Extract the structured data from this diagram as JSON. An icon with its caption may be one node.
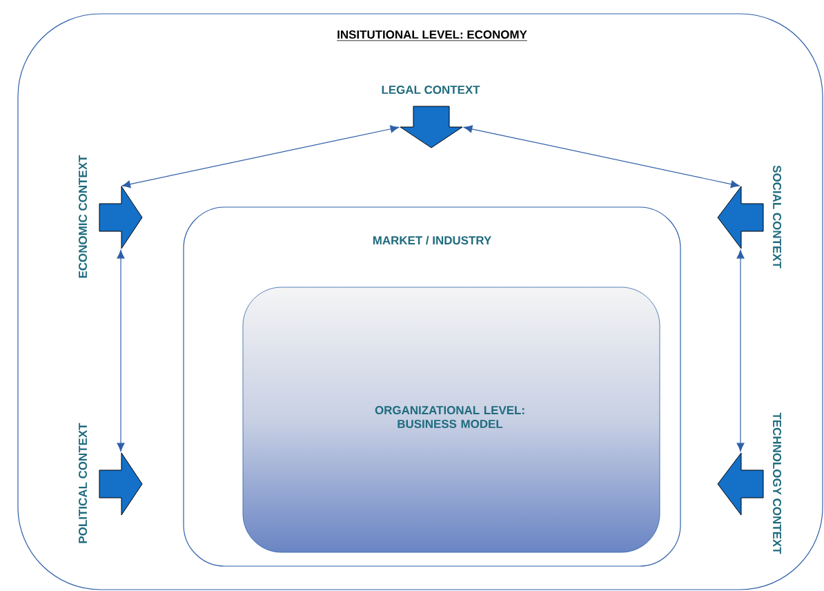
{
  "diagram": {
    "nodes": [
      {
        "text": [
          "INSITUTIONAL LEVEL: ECONOMY"
        ]
      },
      {
        "text": [
          "LEGAL CONTEXT"
        ],
        "in": 0
      },
      {
        "text": [
          "ECONOMIC CONTEXT"
        ],
        "in": 0
      },
      {
        "text": [
          "SOCIAL CONTEXT"
        ],
        "in": 0
      },
      {
        "text": [
          "MARKET / INDUSTRY"
        ],
        "in": 0
      },
      {
        "text": [
          "ORGANIZATIONAL LEVEL: BUSINESS MODEL"
        ],
        "in": 4
      },
      {
        "text": [
          "POLITICAL CONTEXT"
        ],
        "in": 0
      },
      {
        "text": [
          "TECHNOLOGY CONTEXT"
        ],
        "in": 0
      }
    ],
    "edges": [
      {
        "from": 1,
        "to": 2,
        "arrow": "both"
      },
      {
        "from": 1,
        "to": 3,
        "arrow": "both"
      },
      {
        "from": 2,
        "to": 6,
        "arrow": "both"
      },
      {
        "from": 3,
        "to": 7,
        "arrow": "both"
      }
    ]
  }
}
